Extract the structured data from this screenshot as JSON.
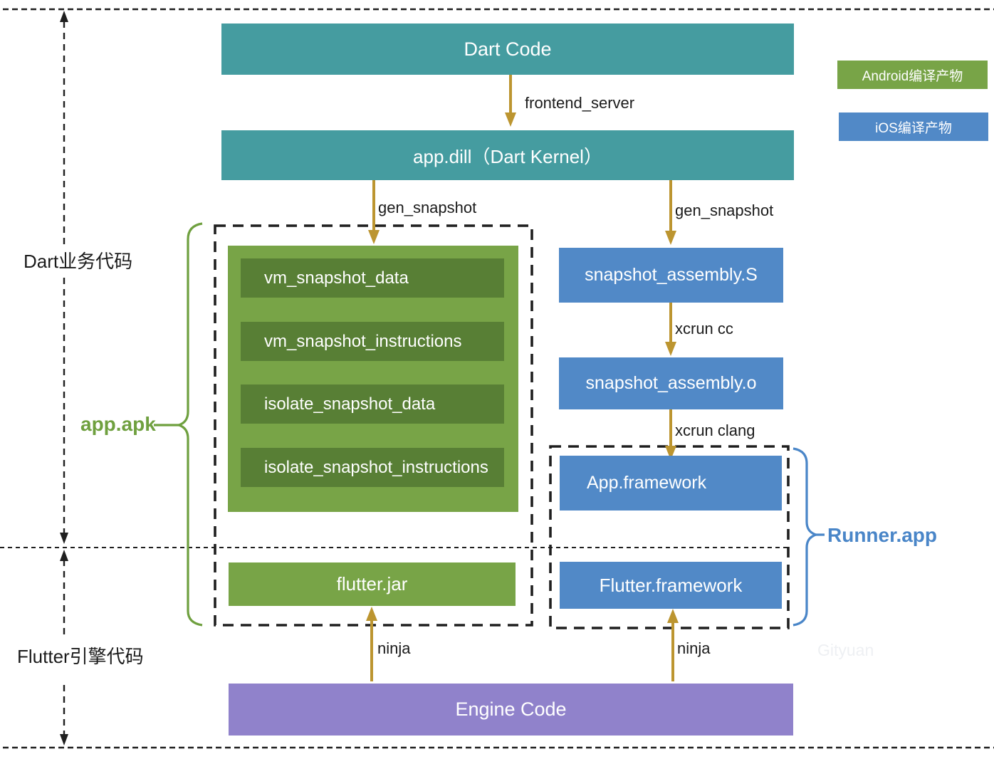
{
  "sections": {
    "dart_business_label": "Dart业务代码",
    "flutter_engine_label": "Flutter引擎代码"
  },
  "legend": {
    "android_label": "Android编译产物",
    "ios_label": "iOS编译产物"
  },
  "nodes": {
    "dart_code": "Dart Code",
    "app_dill": "app.dill（Dart Kernel）",
    "snapshot_items": [
      "vm_snapshot_data",
      "vm_snapshot_instructions",
      "isolate_snapshot_data",
      "isolate_snapshot_instructions"
    ],
    "snapshot_assembly_s": "snapshot_assembly.S",
    "snapshot_assembly_o": "snapshot_assembly.o",
    "app_framework": "App.framework",
    "flutter_framework": "Flutter.framework",
    "flutter_jar": "flutter.jar",
    "engine_code": "Engine Code"
  },
  "edges": {
    "frontend_server": "frontend_server",
    "gen_snapshot_left": "gen_snapshot",
    "gen_snapshot_right": "gen_snapshot",
    "xcrun_cc": "xcrun cc",
    "xcrun_clang": "xcrun clang",
    "ninja_left": "ninja",
    "ninja_right": "ninja"
  },
  "groups": {
    "app_apk": "app.apk",
    "runner_app": "Runner.app"
  },
  "watermark": "Gityuan",
  "colors": {
    "teal": "#459CA0",
    "green": "#78A447",
    "dark_green": "#587F35",
    "blue": "#5189C7",
    "purple": "#9082CB",
    "arrow_gold": "#BC9530",
    "dash_black": "#1f1f1f",
    "app_apk_text": "#6FA03F",
    "runner_app_text": "#4A86C8"
  }
}
